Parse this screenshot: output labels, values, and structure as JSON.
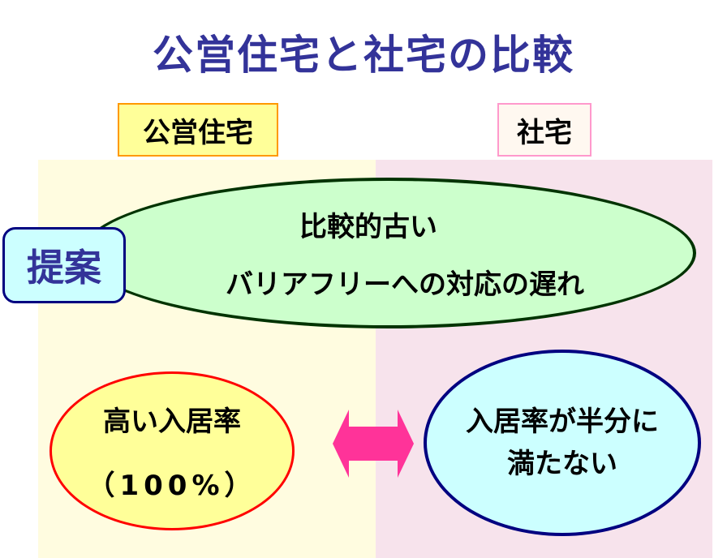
{
  "title": "公営住宅と社宅の比較",
  "columns": {
    "left": "公営住宅",
    "right": "社宅"
  },
  "proposal_label": "提案",
  "common_issues": {
    "line1": "比較的古い",
    "line2": "バリアフリーへの対応の遅れ"
  },
  "public_housing": {
    "line1": "高い入居率",
    "line2": "（100%）"
  },
  "company_housing": {
    "line1": "入居率が半分に",
    "line2": "満たない"
  },
  "colors": {
    "title": "#333399",
    "arrow": "#ff3399"
  }
}
